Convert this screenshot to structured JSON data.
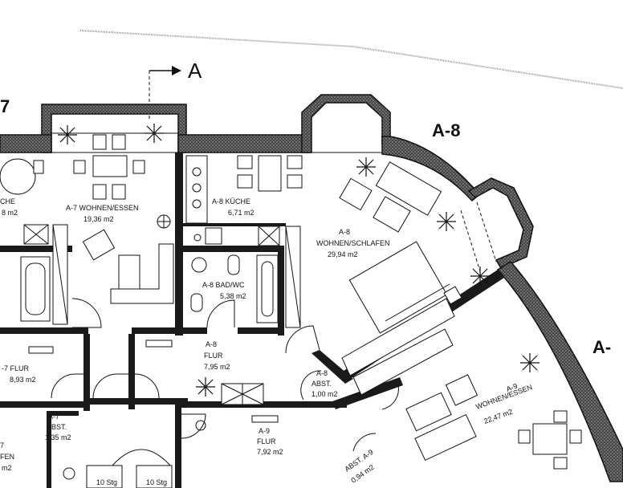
{
  "units": {
    "a7_partial": "7",
    "a8": "A-8",
    "a9_partial": "A-"
  },
  "section_marker": "A",
  "rooms": {
    "a7_kueche_1": "CHE",
    "a7_kueche_2": "8 m2",
    "a7_wohnen_1": "A-7 WOHNEN/ESSEN",
    "a7_wohnen_2": "19,36 m2",
    "a8_kueche_1": "A-8 KÜCHE",
    "a8_kueche_2": "6,71 m2",
    "a8_wohnen_1": "A-8",
    "a8_wohnen_2": "WOHNEN/SCHLAFEN",
    "a8_wohnen_3": "29,94 m2",
    "a8_bad_1": "A-8 BAD/WC",
    "a8_bad_2": "5,38 m2",
    "a8_flur_1": "A-8",
    "a8_flur_2": "FLUR",
    "a8_flur_3": "7,95 m2",
    "a8_abst_1": "A-8",
    "a8_abst_2": "ABST.",
    "a8_abst_3": "1,00 m2",
    "a7_flur_1": "-7 FLUR",
    "a7_flur_2": "8,93 m2",
    "a7_abst_1": "A-7",
    "a7_abst_2": "ABST.",
    "a7_abst_3": "1,35 m2",
    "a9_flur_1": "A-9",
    "a9_flur_2": "FLUR",
    "a9_flur_3": "7,92 m2",
    "a9_wohnen_1": "A-9",
    "a9_wohnen_2": "WOHNEN/ESSEN",
    "a9_wohnen_3": "22,47 m2",
    "a9_abst_1": "ABST. A-9",
    "a9_abst_2": "0,94 m2",
    "left_fen_1": "FEN",
    "left_fen_2": "m2",
    "left_7": "7"
  },
  "stairs": {
    "label_1": "10 Stg",
    "label_2": "10 Stg"
  }
}
